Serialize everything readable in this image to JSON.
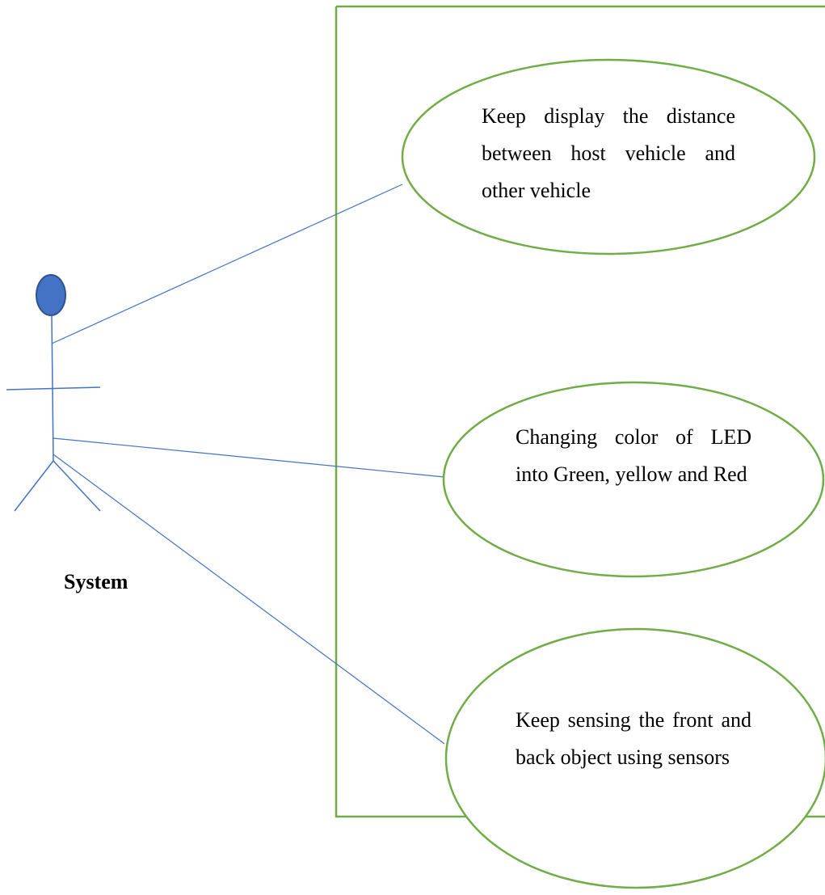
{
  "actor": {
    "label": "System"
  },
  "use_cases": [
    {
      "text": "Keep display the distance between host vehicle and other vehicle"
    },
    {
      "text": "Changing color of LED into Green, yellow and Red"
    },
    {
      "text": "Keep sensing the front and back object using sensors"
    }
  ],
  "colors": {
    "boundary": "#70ad47",
    "ellipse": "#70ad47",
    "line": "#4472c4",
    "actor_head_fill": "#4472c4",
    "actor_head_stroke": "#2f528f"
  }
}
